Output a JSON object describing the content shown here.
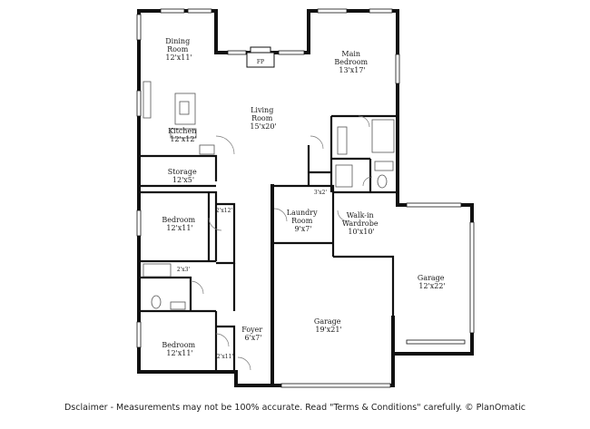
{
  "rooms": {
    "dining": {
      "name": "Dining\nRoom",
      "size": "12'x11'"
    },
    "living": {
      "name": "Living\nRoom",
      "size": "15'x20'"
    },
    "main_bedroom": {
      "name": "Main\nBedroom",
      "size": "13'x17'"
    },
    "kitchen": {
      "name": "Kitchen",
      "size": "12'x12'"
    },
    "storage": {
      "name": "Storage",
      "size": "12'x5'"
    },
    "bedroom_1": {
      "name": "Bedroom",
      "size": "12'x11'"
    },
    "laundry": {
      "name": "Laundry\nRoom",
      "size": "9'x7'"
    },
    "walkin": {
      "name": "Walk-in\nWardrobe",
      "size": "10'x10'"
    },
    "garage_main": {
      "name": "Garage",
      "size": "19'x21'"
    },
    "garage_side": {
      "name": "Garage",
      "size": "12'x22'"
    },
    "foyer": {
      "name": "Foyer",
      "size": "6'x7'"
    },
    "bedroom_2": {
      "name": "Bedroom",
      "size": "12'x11'"
    }
  },
  "small_labels": {
    "fireplace": "FP",
    "closet_main": "3'x2'",
    "closet_bed1": "2'x12'",
    "bath_small": "2'x3'",
    "closet_bed2": "2'x11'"
  },
  "disclaimer": "Dsclaimer - Measurements may not be 100% accurate. Read \"Terms & Conditions\" carefully. © PlanOmatic"
}
